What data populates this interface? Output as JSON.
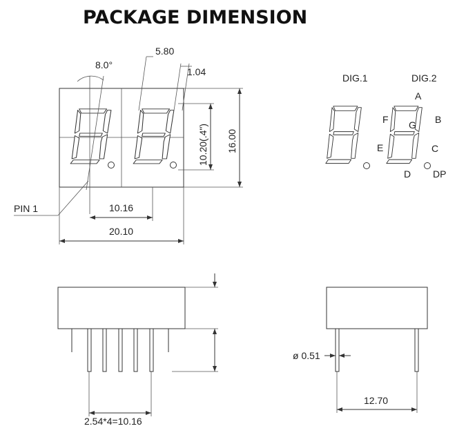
{
  "title": "PACKAGE  DIMENSION",
  "dimensions": {
    "angle": "8.0°",
    "segment_offset": "5.80",
    "segment_width": "1.04",
    "digit_height": "10.20(.4\")",
    "body_height": "16.00",
    "pin_label": "PIN 1",
    "digit_pitch": "10.16",
    "body_width": "20.10",
    "pin_diameter": "ø 0.51",
    "row_spacing": "12.70",
    "pin_pitch": "2.54*4=10.16"
  },
  "pinout": {
    "dig1": "DIG.1",
    "dig2": "DIG.2",
    "segments": {
      "a": "A",
      "b": "B",
      "c": "C",
      "d": "D",
      "e": "E",
      "f": "F",
      "g": "G",
      "dp": "DP"
    }
  }
}
